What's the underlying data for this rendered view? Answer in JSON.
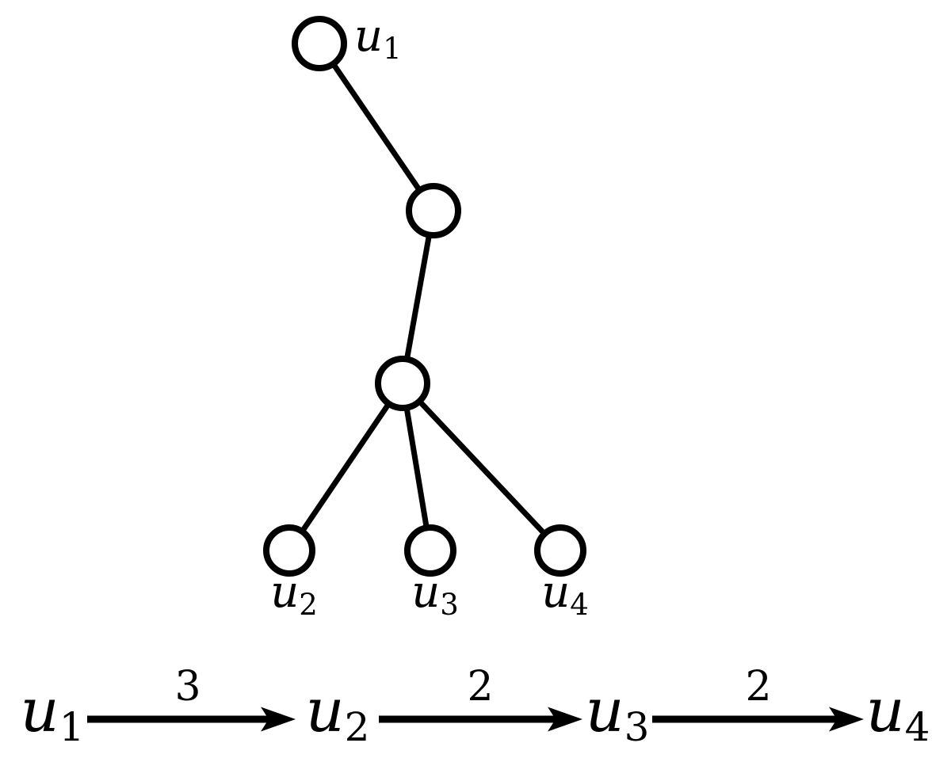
{
  "figure": {
    "background": "#ffffff",
    "ink": "#000000",
    "description": "Tree with labeled leaves above a weighted directed path sequence"
  },
  "labels": {
    "u1": {
      "base": "u",
      "sub": "1"
    },
    "u2": {
      "base": "u",
      "sub": "2"
    },
    "u3": {
      "base": "u",
      "sub": "3"
    },
    "u4": {
      "base": "u",
      "sub": "4"
    }
  },
  "tree": {
    "nodes": [
      {
        "id": "A",
        "label": "u1",
        "labeled": true
      },
      {
        "id": "B",
        "label": "",
        "labeled": false
      },
      {
        "id": "C",
        "label": "",
        "labeled": false
      },
      {
        "id": "D",
        "label": "u2",
        "labeled": true
      },
      {
        "id": "E",
        "label": "u3",
        "labeled": true
      },
      {
        "id": "F",
        "label": "u4",
        "labeled": true
      }
    ],
    "edges": [
      [
        "A",
        "B"
      ],
      [
        "B",
        "C"
      ],
      [
        "C",
        "D"
      ],
      [
        "C",
        "E"
      ],
      [
        "C",
        "F"
      ]
    ]
  },
  "sequence": {
    "nodes": [
      "u1",
      "u2",
      "u3",
      "u4"
    ],
    "arrows": [
      {
        "from": "u1",
        "to": "u2",
        "weight": "3"
      },
      {
        "from": "u2",
        "to": "u3",
        "weight": "2"
      },
      {
        "from": "u3",
        "to": "u4",
        "weight": "2"
      }
    ]
  }
}
